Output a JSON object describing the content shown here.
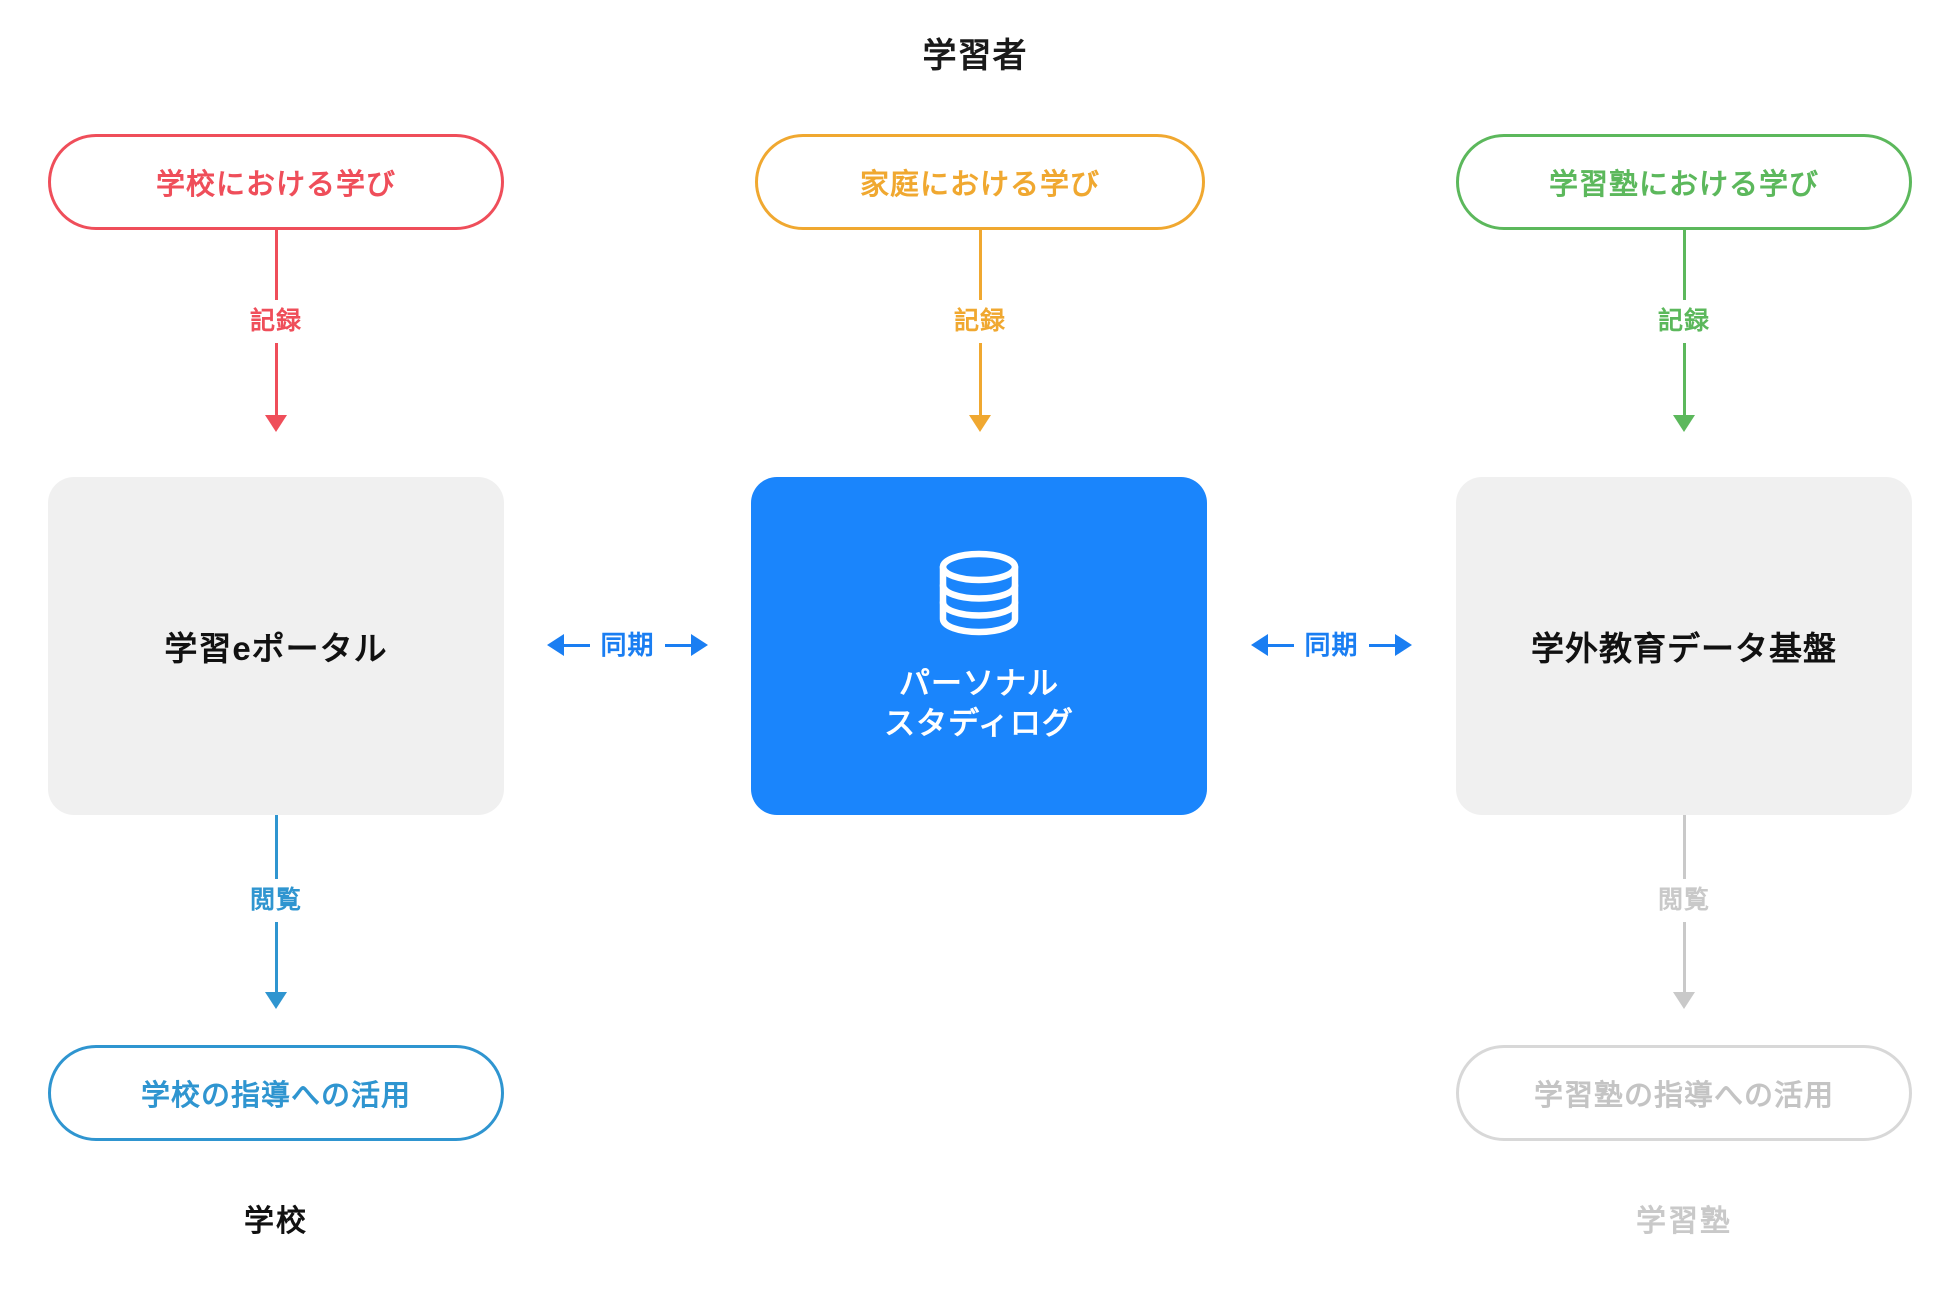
{
  "diagram": {
    "title": "学習者",
    "colors": {
      "school": "#ef4e5a",
      "home": "#f0a830",
      "cram_school": "#5cb85c",
      "primary_blue": "#1a85fc",
      "view_blue": "#2f95d0",
      "sync_blue": "#1a7ef2",
      "muted_grey": "#c9c9c9",
      "box_grey": "#f0f0f0",
      "text_dark": "#111111"
    },
    "columns": [
      {
        "id": "school",
        "source_pill": "学校における学び",
        "record_label": "記録",
        "platform_box": "学習eポータル",
        "view_label": "閲覧",
        "usage_pill": "学校の指導への活用",
        "footer": "学校",
        "muted": false
      },
      {
        "id": "home",
        "source_pill": "家庭における学び",
        "record_label": "記録",
        "platform_box": {
          "icon": "database-icon",
          "line1": "パーソナル",
          "line2": "スタディログ"
        },
        "muted": false
      },
      {
        "id": "cram-school",
        "source_pill": "学習塾における学び",
        "record_label": "記録",
        "platform_box": "学外教育データ基盤",
        "view_label": "閲覧",
        "usage_pill": "学習塾の指導への活用",
        "footer": "学習塾",
        "muted": true
      }
    ],
    "sync": {
      "left_label": "同期",
      "right_label": "同期"
    }
  }
}
